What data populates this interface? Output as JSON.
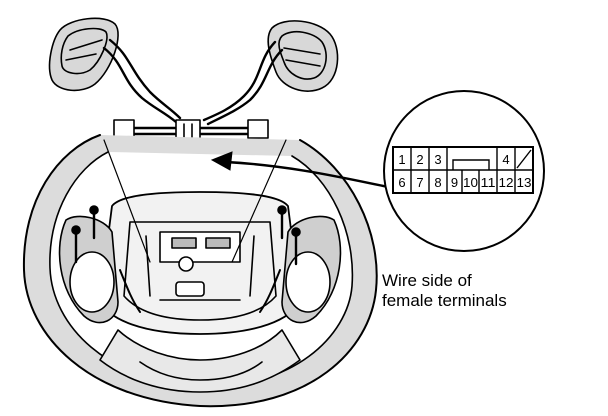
{
  "caption": {
    "line1": "Wire side of",
    "line2": "female terminals"
  },
  "connector": {
    "top_row": [
      "1",
      "2",
      "3",
      "4"
    ],
    "bottom_row": [
      "6",
      "7",
      "8",
      "9",
      "10",
      "11",
      "12",
      "13"
    ]
  }
}
